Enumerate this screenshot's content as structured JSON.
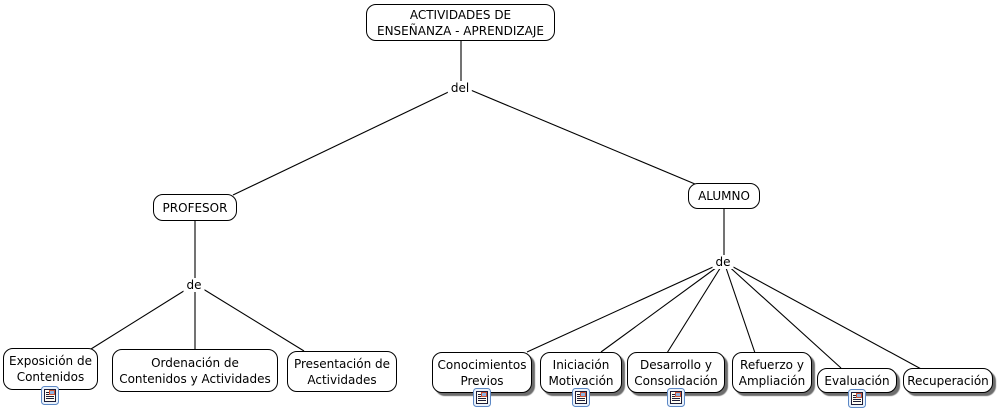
{
  "nodes": {
    "root": {
      "label": "ACTIVIDADES DE\nENSEÑANZA - APRENDIZAJE"
    },
    "profesor": {
      "label": "PROFESOR"
    },
    "alumno": {
      "label": "ALUMNO"
    },
    "exposicion": {
      "label": "Exposición de\nContenidos",
      "has_resource_icon": true
    },
    "ordenacion": {
      "label": "Ordenación de\nContenidos y Actividades",
      "has_resource_icon": false
    },
    "presentacion": {
      "label": "Presentación de\nActividades",
      "has_resource_icon": false
    },
    "conocimientos": {
      "label": "Conocimientos\nPrevios",
      "has_resource_icon": true
    },
    "iniciacion": {
      "label": "Iniciación\nMotivación",
      "has_resource_icon": true
    },
    "desarrollo": {
      "label": "Desarrollo y\nConsolidación",
      "has_resource_icon": true
    },
    "refuerzo": {
      "label": "Refuerzo y\nAmpliación",
      "has_resource_icon": false
    },
    "evaluacion": {
      "label": "Evaluación",
      "has_resource_icon": true
    },
    "recuperacion": {
      "label": "Recuperación",
      "has_resource_icon": false
    }
  },
  "links": {
    "root_to_branches": "del",
    "profesor_children": "de",
    "alumno_children": "de"
  },
  "icons": {
    "resource": "document-resource-icon"
  },
  "colors": {
    "node_fill": "#ffffff",
    "node_border": "#000000",
    "line": "#000000",
    "shadow": "#555555",
    "resource_icon_frame": "#5b87c5"
  }
}
